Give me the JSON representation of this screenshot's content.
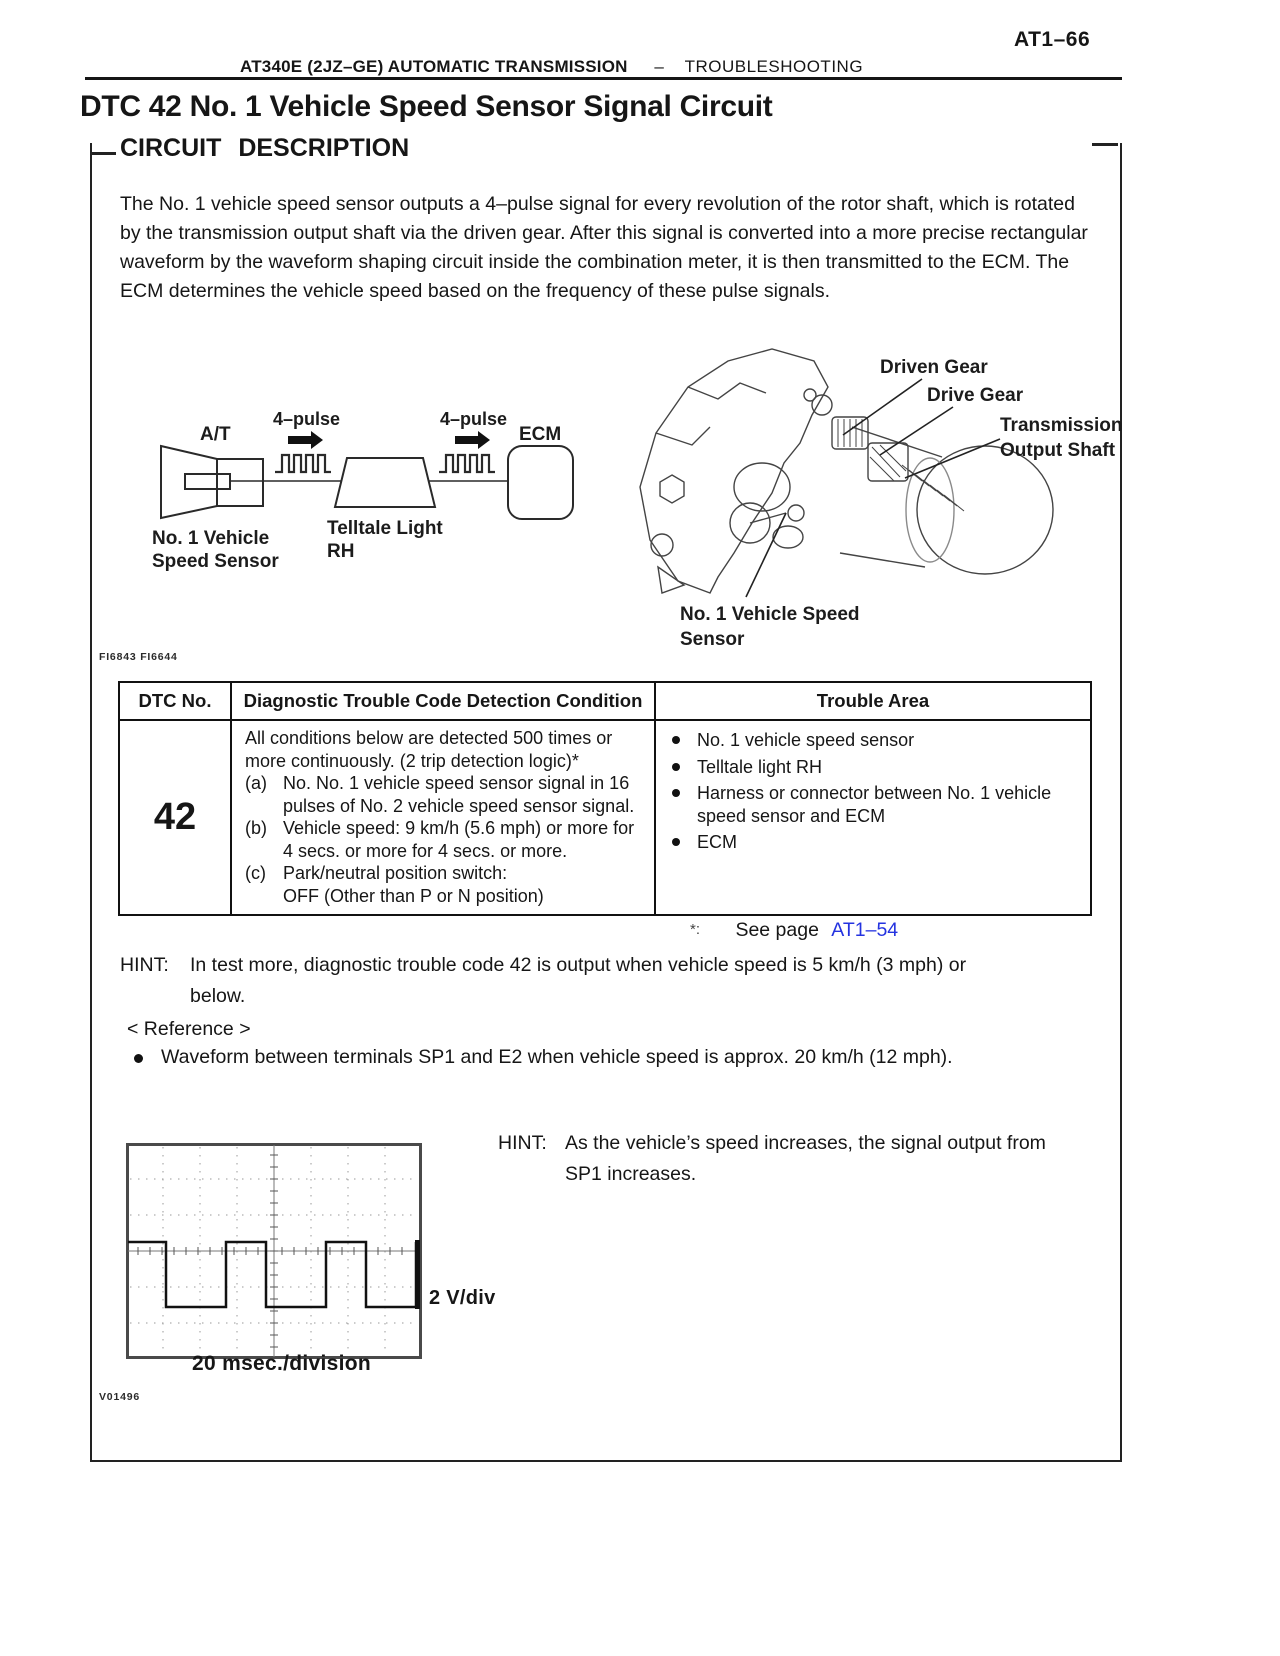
{
  "colors": {
    "link": "#2433e0",
    "ink": "#161616"
  },
  "header": {
    "page_number": "AT1–66",
    "doc_title": "AT340E (2JZ–GE) AUTOMATIC TRANSMISSION",
    "separator": "–",
    "section": "TROUBLESHOOTING"
  },
  "title": "DTC 42 No. 1 Vehicle Speed Sensor Signal Circuit",
  "circuit_description": {
    "heading": "CIRCUIT DESCRIPTION",
    "body": "The No. 1 vehicle speed sensor outputs a 4–pulse signal for every revolution of the rotor shaft, which is rotated by the transmission output shaft via the driven gear. After this signal is converted into a more precise rectangular waveform by the waveform shaping circuit inside the combination meter, it is then transmitted to the ECM. The ECM determines the vehicle speed based on the frequency of these pulse signals."
  },
  "block_diagram": {
    "at": "A/T",
    "sensor_line1": "No. 1 Vehicle",
    "sensor_line2": "Speed Sensor",
    "pulse_left": "4–pulse",
    "pulse_right": "4–pulse",
    "telltale_line1": "Telltale Light",
    "telltale_line2": "RH",
    "ecm": "ECM"
  },
  "illustration": {
    "driven_gear": "Driven Gear",
    "drive_gear": "Drive Gear",
    "output_shaft_line1": "Transmission",
    "output_shaft_line2": "Output Shaft",
    "sensor_line1": "No. 1 Vehicle Speed",
    "sensor_line2": "Sensor",
    "figure_code": "FI6843 FI6644"
  },
  "dtc_table": {
    "headers": [
      "DTC No.",
      "Diagnostic Trouble Code Detection Condition",
      "Trouble Area"
    ],
    "dtc_no": "42",
    "condition_intro": "All conditions below are detected 500 times or more continuously. (2 trip detection logic)*",
    "conditions": [
      {
        "marker": "(a)",
        "text": "No. No. 1 vehicle speed sensor signal in 16 pulses of No. 2 vehicle speed sensor signal."
      },
      {
        "marker": "(b)",
        "text": "Vehicle speed: 9 km/h (5.6 mph) or more for 4 secs. or more for 4 secs. or more."
      },
      {
        "marker": "(c)",
        "text": "Park/neutral position switch:\nOFF (Other than P or N position)"
      }
    ],
    "trouble_areas": [
      "No. 1 vehicle speed sensor",
      "Telltale light RH",
      "Harness or connector between No. 1 vehicle speed sensor and ECM",
      "ECM"
    ]
  },
  "footnote": {
    "marker": "*:",
    "text": "See page",
    "link": "AT1–54"
  },
  "hint_test_mode": {
    "label": "HINT:",
    "line1": "In test more, diagnostic trouble code 42 is output when vehicle speed is 5 km/h (3 mph) or",
    "line2": "below."
  },
  "reference": {
    "heading": "< Reference >",
    "bullet_text": "Waveform between terminals SP1 and E2 when vehicle speed is approx. 20 km/h (12 mph)."
  },
  "oscilloscope": {
    "v_per_div": "2 V/div",
    "time_per_div": "20 msec./division",
    "figure_code": "V01496"
  },
  "hint_speed": {
    "label": "HINT:",
    "line1": "As the vehicle’s speed increases, the signal output from",
    "line2": "SP1 increases."
  }
}
